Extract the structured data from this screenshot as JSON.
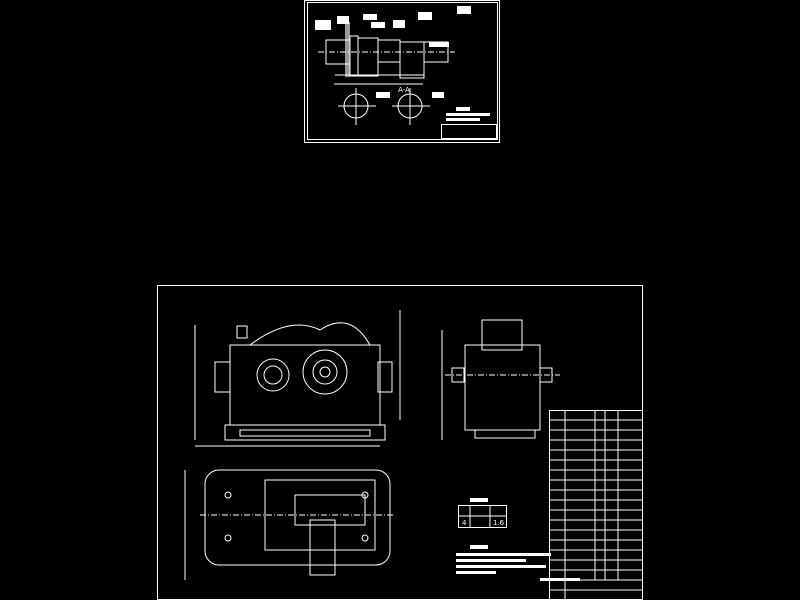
{
  "colors": {
    "background": "#000000",
    "lines": "#ffffff"
  },
  "shaft_drawing": {
    "section_label": "A-A"
  },
  "assembly_drawing": {
    "tech_table": {
      "row": [
        "4",
        "1.6"
      ]
    }
  }
}
